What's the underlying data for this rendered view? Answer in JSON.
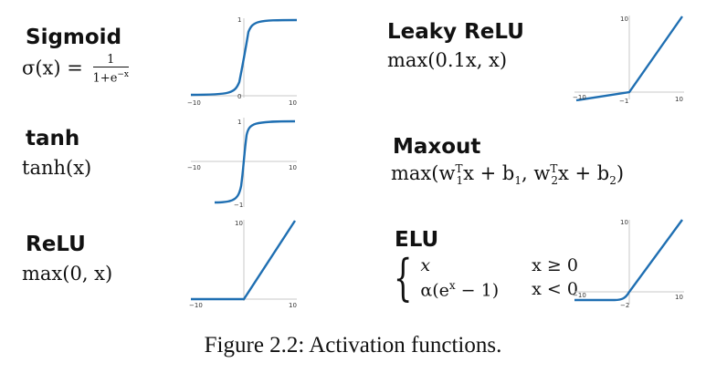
{
  "caption": "Figure 2.2: Activation functions.",
  "curve_color": "#1f6fb2",
  "functions": [
    {
      "name": "Sigmoid",
      "formula": {
        "lhs": "σ(x) =",
        "num": "1",
        "den_base": "1+e",
        "den_exp": "−x"
      },
      "ticks": {
        "x_min": "−10",
        "x_max": "10",
        "y_top": "1",
        "origin": "0"
      }
    },
    {
      "name": "tanh",
      "formula": {
        "text": "tanh(x)"
      },
      "ticks": {
        "x_min": "−10",
        "x_max": "10",
        "y_top": "1",
        "y_bottom": "−1"
      }
    },
    {
      "name": "ReLU",
      "formula": {
        "text": "max(0, x)"
      },
      "ticks": {
        "x_min": "−10",
        "x_max": "10",
        "y_top": "10"
      }
    },
    {
      "name": "Leaky ReLU",
      "formula": {
        "text": "max(0.1x, x)"
      },
      "ticks": {
        "x_min": "−10",
        "x_max": "10",
        "y_top": "10",
        "y_bottom": "−1"
      }
    },
    {
      "name": "Maxout",
      "formula": {
        "p1": "max(w",
        "sup1": "T",
        "sub1": "1",
        "p2": "x + b",
        "sub2": "1",
        "p3": ", w",
        "sup3": "T",
        "sub3": "2",
        "p4": "x + b",
        "sub4": "2",
        "p5": ")"
      }
    },
    {
      "name": "ELU",
      "formula": {
        "case1_expr": "x",
        "case1_cond": "x ≥ 0",
        "case2_pre": "α(e",
        "case2_sup": "x",
        "case2_post": " − 1)",
        "case2_cond": "x < 0"
      },
      "ticks": {
        "x_min": "−10",
        "x_max": "10",
        "y_top": "10",
        "y_bottom": "−2"
      }
    }
  ]
}
